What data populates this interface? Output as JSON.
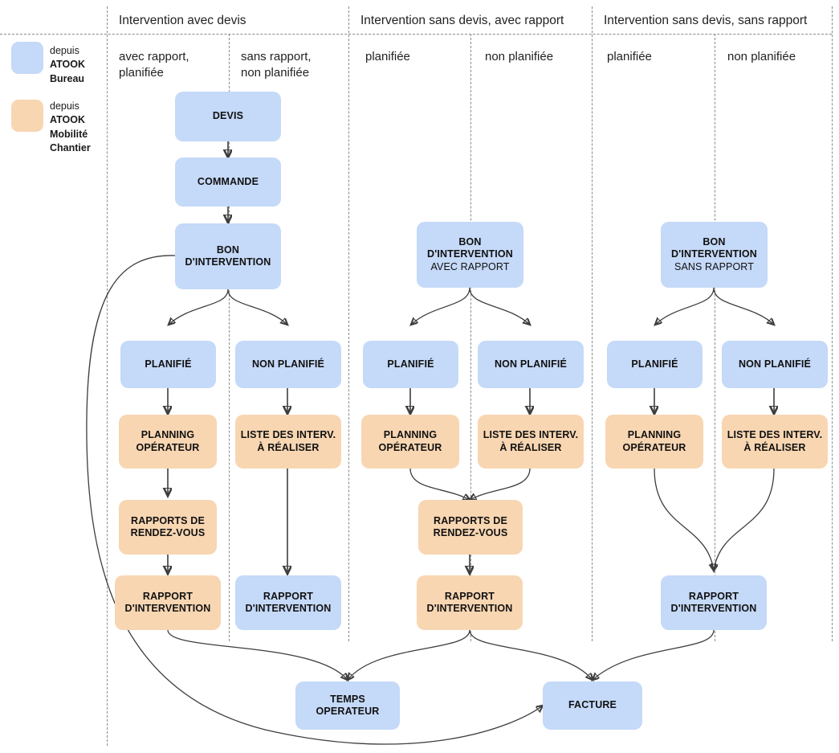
{
  "legend": {
    "items": [
      {
        "color": "#c5d9f8",
        "line1": "depuis",
        "line2": "ATOOK",
        "line3": "Bureau",
        "name": "legend-atook-bureau"
      },
      {
        "color": "#f8d6b2",
        "line1": "depuis",
        "line2": "ATOOK",
        "line3": "Mobilité",
        "line4": "Chantier",
        "name": "legend-atook-mobilite-chantier"
      }
    ]
  },
  "groups": [
    {
      "title": "Intervention avec devis",
      "subtitles": [
        "avec rapport,\nplanifiée",
        "sans rapport,\nnon planifiée"
      ]
    },
    {
      "title": "Intervention sans devis, avec rapport",
      "subtitles": [
        "planifiée",
        "non planifiée"
      ]
    },
    {
      "title": "Intervention sans devis, sans rapport",
      "subtitles": [
        "planifiée",
        "non planifiée"
      ]
    }
  ],
  "subtitles_flat": [
    "avec rapport,",
    "planifiée",
    "sans rapport,",
    "non planifiée",
    "planifiée",
    "non planifiée",
    "planifiée",
    "non planifiée"
  ],
  "nodes": {
    "devis": {
      "label": "DEVIS",
      "color": "blue"
    },
    "commande": {
      "label": "COMMANDE",
      "color": "blue"
    },
    "bon1": {
      "label": "BON\nD'INTERVENTION",
      "color": "blue"
    },
    "bon2": {
      "label": "BON\nD'INTERVENTION",
      "sub": "AVEC RAPPORT",
      "color": "blue"
    },
    "bon3": {
      "label": "BON\nD'INTERVENTION",
      "sub": "SANS RAPPORT",
      "color": "blue"
    },
    "planifie_1": {
      "label": "PLANIFIÉ",
      "color": "blue"
    },
    "non_planifie_1": {
      "label": "NON PLANIFIÉ",
      "color": "blue"
    },
    "planifie_2": {
      "label": "PLANIFIÉ",
      "color": "blue"
    },
    "non_planifie_2": {
      "label": "NON PLANIFIÉ",
      "color": "blue"
    },
    "planifie_3": {
      "label": "PLANIFIÉ",
      "color": "blue"
    },
    "non_planifie_3": {
      "label": "NON PLANIFIÉ",
      "color": "blue"
    },
    "planning_1": {
      "label": "PLANNING\nOPÉRATEUR",
      "color": "orange"
    },
    "liste_1": {
      "label": "LISTE DES INTERV.\nÀ RÉALISER",
      "color": "orange"
    },
    "planning_2": {
      "label": "PLANNING\nOPÉRATEUR",
      "color": "orange"
    },
    "liste_2": {
      "label": "LISTE DES INTERV.\nÀ RÉALISER",
      "color": "orange"
    },
    "planning_3": {
      "label": "PLANNING\nOPÉRATEUR",
      "color": "orange"
    },
    "liste_3": {
      "label": "LISTE DES INTERV.\nÀ RÉALISER",
      "color": "orange"
    },
    "rdv_1": {
      "label": "RAPPORTS DE\nRENDEZ-VOUS",
      "color": "orange"
    },
    "rdv_2": {
      "label": "RAPPORTS DE\nRENDEZ-VOUS",
      "color": "orange"
    },
    "rapport_1a": {
      "label": "RAPPORT\nD'INTERVENTION",
      "color": "orange"
    },
    "rapport_1b": {
      "label": "RAPPORT\nD'INTERVENTION",
      "color": "blue"
    },
    "rapport_2": {
      "label": "RAPPORT\nD'INTERVENTION",
      "color": "orange"
    },
    "rapport_3": {
      "label": "RAPPORT\nD'INTERVENTION",
      "color": "blue"
    },
    "temps": {
      "label": "TEMPS OPERATEUR",
      "color": "blue"
    },
    "facture": {
      "label": "FACTURE",
      "color": "blue"
    }
  },
  "colors": {
    "blue": "#c5d9f8",
    "orange": "#f8d6b2",
    "rule": "#8a8a8a",
    "wire": "#3d3d3d",
    "text": "#1a1a1a"
  }
}
